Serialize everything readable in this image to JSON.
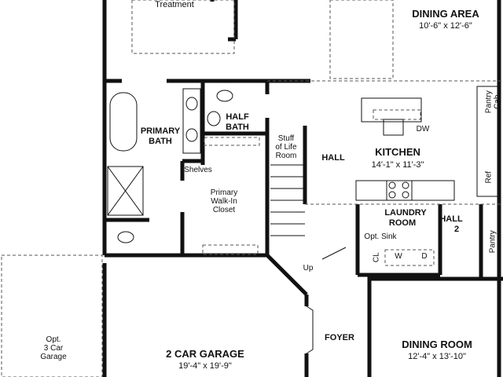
{
  "rooms": {
    "treatment": "Treatment",
    "dining_area": {
      "name": "DINING AREA",
      "size": "10'-6\" x 12'-6\""
    },
    "primary_bath": {
      "name1": "PRIMARY",
      "name2": "BATH"
    },
    "half_bath": {
      "name1": "HALF",
      "name2": "BATH"
    },
    "stuff_of_life": {
      "l1": "Stuff",
      "l2": "of Life",
      "l3": "Room"
    },
    "hall": "HALL",
    "kitchen": {
      "name": "KITCHEN",
      "size": "14'-1\" x 11'-3\""
    },
    "shelves": "Shelves",
    "walk_in_closet": {
      "l1": "Primary",
      "l2": "Walk-In",
      "l3": "Closet"
    },
    "laundry": {
      "name1": "LAUNDRY",
      "name2": "ROOM"
    },
    "hall2": {
      "name1": "HALL",
      "name2": "2"
    },
    "opt_sink": "Opt. Sink",
    "cl": "CL",
    "washer": "W",
    "dryer": "D",
    "pantry": "Pantry",
    "pantry_cab": {
      "l1": "Pantry",
      "l2": "Cab"
    },
    "ref": "Ref",
    "dw": "DW",
    "up": "Up",
    "opt_garage": {
      "l1": "Opt.",
      "l2": "3 Car",
      "l3": "Garage"
    },
    "garage": {
      "name": "2 CAR GARAGE",
      "size": "19'-4\" x 19'-9\""
    },
    "foyer": "FOYER",
    "dining_room": {
      "name": "DINING ROOM",
      "size": "12'-4\" x 13'-10\""
    }
  }
}
